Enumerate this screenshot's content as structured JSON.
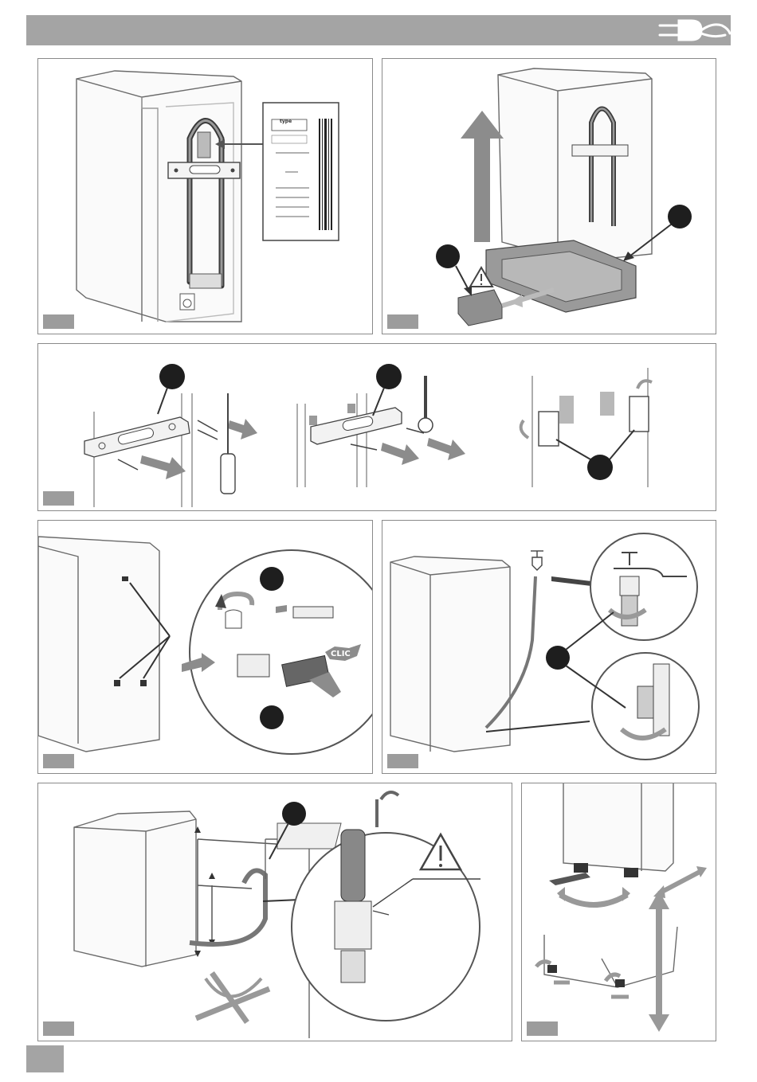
{
  "header": {
    "title": ""
  },
  "label": {
    "type_heading": "type",
    "clic_callout": "CLIC"
  },
  "colors": {
    "header_gray": "#a4a4a4",
    "fig_tag_gray": "#9c9c9c",
    "callout_dark": "#1e1e1e",
    "arrow_gray": "#8c8c8c",
    "line_gray": "#555555"
  },
  "icons": [
    "plug-icon",
    "warning-icon",
    "screwdriver-icon",
    "wrench-icon",
    "tap-icon",
    "cross-icon"
  ],
  "panels": [
    {
      "name": "figure-1-label-location"
    },
    {
      "name": "figure-2-transport-base-removal"
    },
    {
      "name": "figure-3-transport-bracket-removal"
    },
    {
      "name": "figure-4-hole-caps"
    },
    {
      "name": "figure-5-inlet-hose"
    },
    {
      "name": "figure-6-drain-hose"
    },
    {
      "name": "figure-7-levelling-feet"
    }
  ]
}
